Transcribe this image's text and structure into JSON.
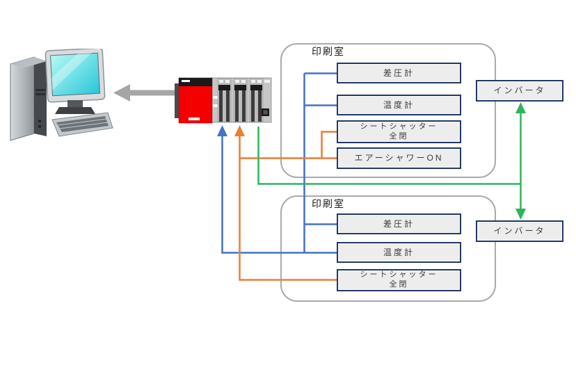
{
  "colors": {
    "blue_line": "#4472c4",
    "orange_line": "#ed7d31",
    "green_line": "#2db55d",
    "gray_arrow": "#a6a6a6",
    "box_border": "#203864",
    "box_fill": "#ededed",
    "room_border": "#aaaaaa",
    "plc_red": "#f40000"
  },
  "rooms": [
    {
      "label": "印刷室",
      "boxes": [
        {
          "lines": [
            "差圧計"
          ]
        },
        {
          "lines": [
            "温度計"
          ]
        },
        {
          "lines": [
            "シートシャッター",
            "全閉"
          ]
        },
        {
          "lines": [
            "エアーシャワーON"
          ]
        }
      ]
    },
    {
      "label": "印刷室",
      "boxes": [
        {
          "lines": [
            "差圧計"
          ]
        },
        {
          "lines": [
            "温度計"
          ]
        },
        {
          "lines": [
            "シートシャッター",
            "全閉"
          ]
        }
      ]
    }
  ],
  "inverters": [
    {
      "label": "インバータ"
    },
    {
      "label": "インバータ"
    }
  ],
  "icons": {
    "computer": "desktop-computer-icon",
    "plc": "plc-controller-icon"
  }
}
